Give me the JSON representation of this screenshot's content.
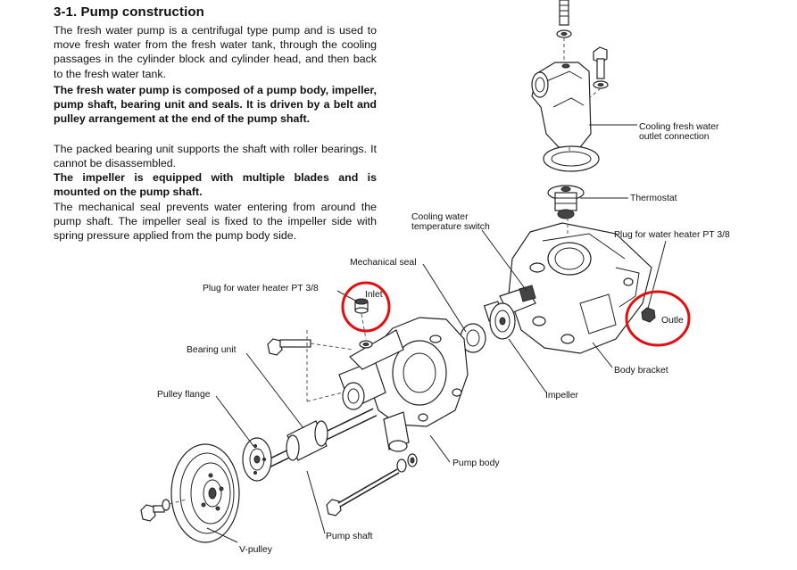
{
  "section": {
    "title": "3-1. Pump construction",
    "paragraphs": [
      "The fresh water pump is a centrifugal type pump and is used to move fresh water from the fresh water tank, through the cooling passages in the cylinder block and cylinder head, and then back to the fresh water tank.",
      "The fresh water pump is composed of a pump body, impeller, pump shaft, bearing unit and seals. It is driven by a belt and pulley arrangement at the end of the pump shaft.",
      "The packed bearing unit supports the shaft with roller bearings. It cannot be disassembled.",
      "The impeller is equipped with multiple blades and is mounted on the pump shaft.",
      "The mechanical seal prevents water entering from around the pump shaft. The impeller seal is fixed to the impeller side with spring pressure applied from the pump body side."
    ]
  },
  "labels": {
    "cooling_outlet": "Cooling fresh water outlet connection",
    "thermostat": "Thermostat",
    "cooling_temp_switch": "Cooling water temperature switch",
    "plug_right": "Plug for water heater PT 3/8",
    "mechanical_seal": "Mechanical seal",
    "plug_left": "Plug for water heater PT 3/8",
    "inlet": "Inlet",
    "outlet": "Outle",
    "bearing_unit": "Bearing unit",
    "body_bracket": "Body bracket",
    "pulley_flange": "Pulley flange",
    "impeller": "Impeller",
    "pump_body": "Pump body",
    "pump_shaft": "Pump shaft",
    "v_pulley": "V-pulley"
  },
  "colors": {
    "annotation_circle": "#e01010",
    "text": "#111111",
    "line": "#222222"
  }
}
